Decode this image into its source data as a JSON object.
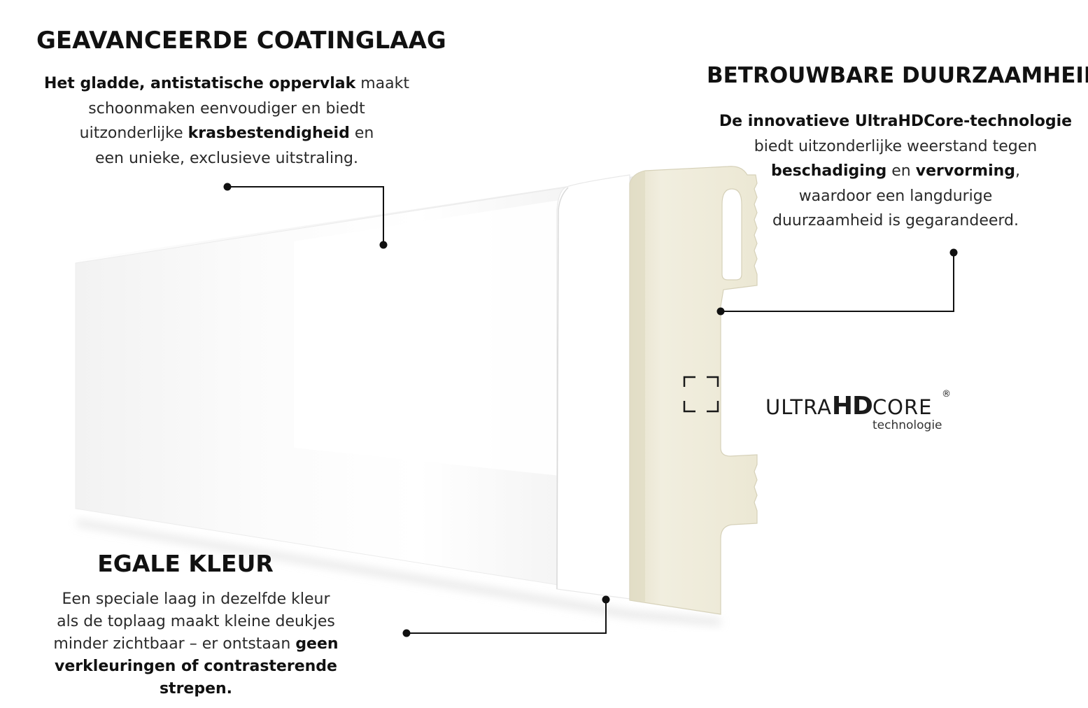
{
  "sections": {
    "coating": {
      "title": "GEAVANCEERDE COATINGLAAG",
      "body": [
        {
          "b": "Het gladde, antistatische oppervlak"
        },
        {
          "t": " maakt"
        },
        {
          "br": true
        },
        {
          "t": "schoonmaken eenvoudiger en biedt"
        },
        {
          "br": true
        },
        {
          "t": "uitzonderlijke "
        },
        {
          "b": "krasbestendigheid"
        },
        {
          "t": " en"
        },
        {
          "br": true
        },
        {
          "t": "een unieke, exclusieve uitstraling."
        }
      ]
    },
    "durability": {
      "title": "BETROUWBARE DUURZAAMHEID",
      "body": [
        {
          "b": "De innovatieve UltraHDCore-technologie"
        },
        {
          "br": true
        },
        {
          "t": "biedt uitzonderlijke weerstand tegen"
        },
        {
          "br": true
        },
        {
          "b": "beschadiging"
        },
        {
          "t": " en "
        },
        {
          "b": "vervorming"
        },
        {
          "t": ","
        },
        {
          "br": true
        },
        {
          "t": "waardoor een langdurige"
        },
        {
          "br": true
        },
        {
          "t": "duurzaamheid is gegarandeerd."
        }
      ]
    },
    "color": {
      "title": "EGALE KLEUR",
      "body": [
        {
          "t": "Een speciale laag in dezelfde kleur"
        },
        {
          "br": true
        },
        {
          "t": "als de toplaag maakt kleine deukjes"
        },
        {
          "br": true
        },
        {
          "t": "minder zichtbaar – er ontstaan "
        },
        {
          "b": "geen"
        },
        {
          "br": true
        },
        {
          "b": "verkleuringen of contrasterende"
        },
        {
          "br": true
        },
        {
          "b": "strepen."
        }
      ]
    }
  },
  "logo": {
    "word_thin_1": "ULTRA",
    "word_bold": "HD",
    "word_thin_2": "CORE",
    "registered": "®",
    "subtitle": "technologie",
    "icon": "corner-brackets-icon"
  },
  "colors": {
    "text": "#1a1a1a",
    "leader_line": "#111111",
    "board_face": "#ffffff",
    "board_shadow": "#e6e6e6",
    "core": "#efecdc",
    "core_edge": "#ddd8c2"
  }
}
